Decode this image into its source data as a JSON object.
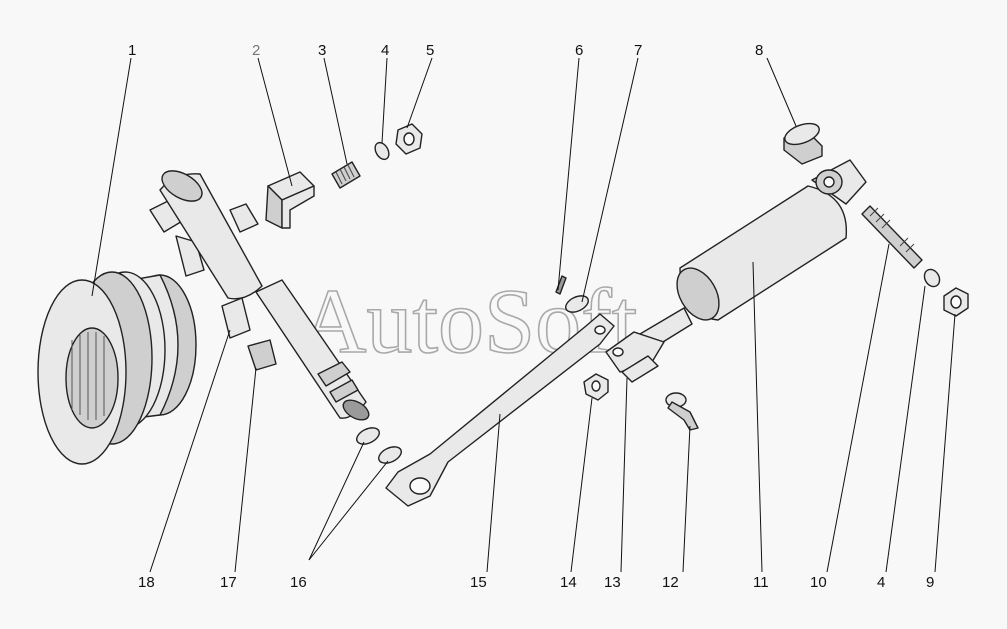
{
  "watermark": "AutoSoft",
  "callouts": {
    "c1": "1",
    "c2": "2",
    "c3": "3",
    "c4a": "4",
    "c5": "5",
    "c6": "6",
    "c7": "7",
    "c8": "8",
    "c9": "9",
    "c10": "10",
    "c4b": "4",
    "c11": "11",
    "c12": "12",
    "c13": "13",
    "c14": "14",
    "c15": "15",
    "c16": "16",
    "c17": "17",
    "c18": "18"
  }
}
